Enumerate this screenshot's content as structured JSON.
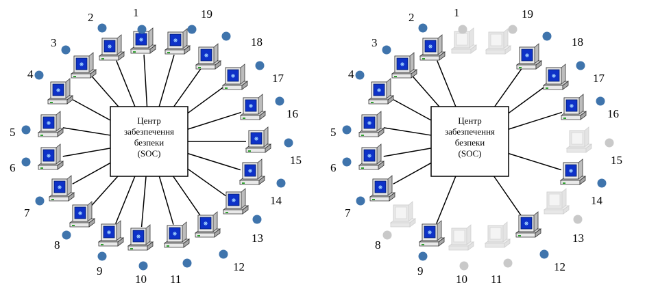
{
  "diagrams": [
    {
      "center_label": [
        "Центр",
        "забезпечення",
        "безпеки",
        "(SOC)"
      ],
      "nodes": [
        {
          "label": "1",
          "active": true
        },
        {
          "label": "2",
          "active": true
        },
        {
          "label": "3",
          "active": true
        },
        {
          "label": "4",
          "active": true
        },
        {
          "label": "5",
          "active": true
        },
        {
          "label": "6",
          "active": true
        },
        {
          "label": "7",
          "active": true
        },
        {
          "label": "8",
          "active": true
        },
        {
          "label": "9",
          "active": true
        },
        {
          "label": "10",
          "active": true
        },
        {
          "label": "11",
          "active": true
        },
        {
          "label": "12",
          "active": true
        },
        {
          "label": "13",
          "active": true
        },
        {
          "label": "14",
          "active": true
        },
        {
          "label": "15",
          "active": true
        },
        {
          "label": "16",
          "active": true
        },
        {
          "label": "17",
          "active": true
        },
        {
          "label": "18",
          "active": true
        },
        {
          "label": "19",
          "active": true
        }
      ]
    },
    {
      "center_label": [
        "Центр",
        "забезпечення",
        "безпеки",
        "(SOC)"
      ],
      "nodes": [
        {
          "label": "1",
          "active": false
        },
        {
          "label": "2",
          "active": true
        },
        {
          "label": "3",
          "active": true
        },
        {
          "label": "4",
          "active": true
        },
        {
          "label": "5",
          "active": true
        },
        {
          "label": "6",
          "active": true
        },
        {
          "label": "7",
          "active": true
        },
        {
          "label": "8",
          "active": false
        },
        {
          "label": "9",
          "active": true
        },
        {
          "label": "10",
          "active": false
        },
        {
          "label": "11",
          "active": false
        },
        {
          "label": "12",
          "active": true
        },
        {
          "label": "13",
          "active": false
        },
        {
          "label": "14",
          "active": true
        },
        {
          "label": "15",
          "active": false
        },
        {
          "label": "16",
          "active": true
        },
        {
          "label": "17",
          "active": true
        },
        {
          "label": "18",
          "active": true
        },
        {
          "label": "19",
          "active": false
        }
      ]
    }
  ],
  "colors": {
    "active_dot": "#3f74ac",
    "inactive_dot": "#c9c9c9",
    "screen": "#0e32c8",
    "inactive_body": "#e7e7e7"
  }
}
